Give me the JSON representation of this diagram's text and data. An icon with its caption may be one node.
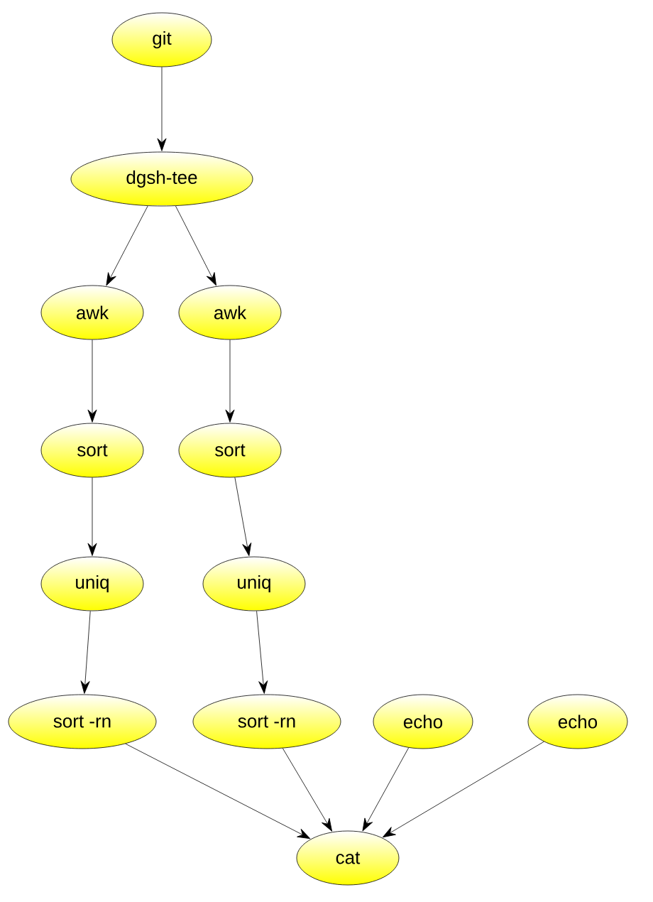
{
  "diagram": {
    "nodes": [
      {
        "text": [
          "git"
        ]
      },
      {
        "text": [
          "dgsh-tee"
        ]
      },
      {
        "text": [
          "awk"
        ]
      },
      {
        "text": [
          "awk"
        ]
      },
      {
        "text": [
          "sort"
        ]
      },
      {
        "text": [
          "sort"
        ]
      },
      {
        "text": [
          "uniq"
        ]
      },
      {
        "text": [
          "uniq"
        ]
      },
      {
        "text": [
          "sort -rn"
        ]
      },
      {
        "text": [
          "sort -rn"
        ]
      },
      {
        "text": [
          "echo"
        ]
      },
      {
        "text": [
          "echo"
        ]
      },
      {
        "text": [
          "cat"
        ]
      }
    ],
    "edges": [
      {
        "from": 0,
        "to": 1,
        "arrow": "to"
      },
      {
        "from": 1,
        "to": 2,
        "arrow": "to"
      },
      {
        "from": 1,
        "to": 3,
        "arrow": "to"
      },
      {
        "from": 2,
        "to": 4,
        "arrow": "to"
      },
      {
        "from": 3,
        "to": 5,
        "arrow": "to"
      },
      {
        "from": 4,
        "to": 6,
        "arrow": "to"
      },
      {
        "from": 5,
        "to": 7,
        "arrow": "to"
      },
      {
        "from": 6,
        "to": 8,
        "arrow": "to"
      },
      {
        "from": 7,
        "to": 9,
        "arrow": "to"
      },
      {
        "from": 8,
        "to": 12,
        "arrow": "to"
      },
      {
        "from": 9,
        "to": 12,
        "arrow": "to"
      },
      {
        "from": 10,
        "to": 12,
        "arrow": "to"
      },
      {
        "from": 11,
        "to": 12,
        "arrow": "to"
      }
    ]
  }
}
